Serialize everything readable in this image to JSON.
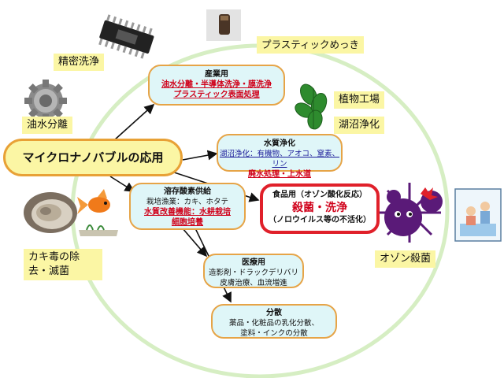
{
  "main": {
    "title": "マイクロナノバブルの応用"
  },
  "nodes": {
    "industrial": {
      "title": "産業用",
      "red_lines": [
        "油水分離・半導体洗浄・膜洗浄",
        "プラスティック表面処理"
      ]
    },
    "water": {
      "title": "水質浄化",
      "sub": "湖沼浄化：有機物、アオコ、窒素、リン",
      "red": "廃水処理・上水道"
    },
    "oxygen": {
      "title": "溶存酸素供給",
      "sub": "栽培漁業：カキ、ホタテ",
      "red_lines": [
        "水質改善機能：水耕栽培",
        "細胞培養"
      ]
    },
    "food": {
      "title": "食品用（オゾン酸化反応）",
      "big": "殺菌・洗浄",
      "sub": "（ノロウイルス等の不活化）"
    },
    "medical": {
      "title": "医療用",
      "lines": [
        "造影剤・ドラックデリバリ",
        "皮膚治療、血流増進"
      ]
    },
    "dispersion": {
      "title": "分散",
      "lines": [
        "薬品・化粧品の乳化分散、",
        "塗料・インクの分散"
      ]
    }
  },
  "labels": {
    "precision": "精密洗浄",
    "oil": "油水分離",
    "plating": "プラスティックめっき",
    "plant": "植物工場",
    "lake": "湖沼浄化",
    "oyster": [
      "カキ毒の除",
      "去・滅菌"
    ],
    "ozone": "オゾン殺菌"
  },
  "colors": {
    "ring": "#d6eec3",
    "label_bg": "#fbf6a4",
    "node_bg": "#dff6f8",
    "node_border": "#e6a447",
    "accent_red": "#d0021b",
    "virus": "#5a1a78"
  },
  "icons": [
    "ic-chip-icon",
    "gear-icon",
    "plastic-sample-icon",
    "plant-leaves-icon",
    "oyster-icon",
    "goldfish-icon",
    "virus-icon",
    "bath-icon"
  ]
}
